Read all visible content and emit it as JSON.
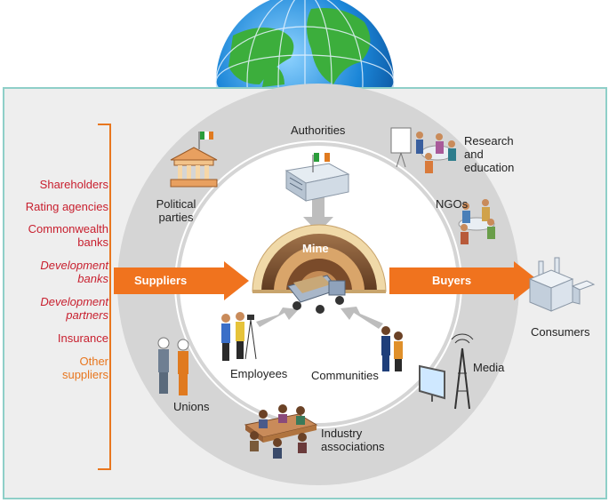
{
  "colors": {
    "frame_border": "#8ecfc8",
    "panel_bg": "#eeeeee",
    "outer_ring": "#d5d5d5",
    "inner_ring": "#ffffff",
    "arrow_orange": "#f0731e",
    "finance_red": "#c8202f",
    "finance_orange": "#e8761e",
    "mine_brown": "#8a5a36"
  },
  "center": {
    "mine_label": "Mine"
  },
  "arrows": {
    "suppliers": "Suppliers",
    "buyers": "Buyers"
  },
  "stakeholders": {
    "authorities": "Authorities",
    "political_parties": [
      "Political",
      "parties"
    ],
    "research": [
      "Research",
      "and",
      "education"
    ],
    "ngos": "NGOs",
    "consumers": "Consumers",
    "media": "Media",
    "communities": "Communities",
    "employees": "Employees",
    "unions": "Unions",
    "industry": [
      "Industry",
      "associations"
    ]
  },
  "finance": {
    "shareholders": "Shareholders",
    "rating_agencies": "Rating agencies",
    "commonwealth": [
      "Commonwealth",
      "banks"
    ],
    "development_banks": [
      "Development",
      "banks"
    ],
    "development_partners": [
      "Development",
      "partners"
    ],
    "insurance": "Insurance",
    "other_suppliers": [
      "Other",
      "suppliers"
    ]
  }
}
